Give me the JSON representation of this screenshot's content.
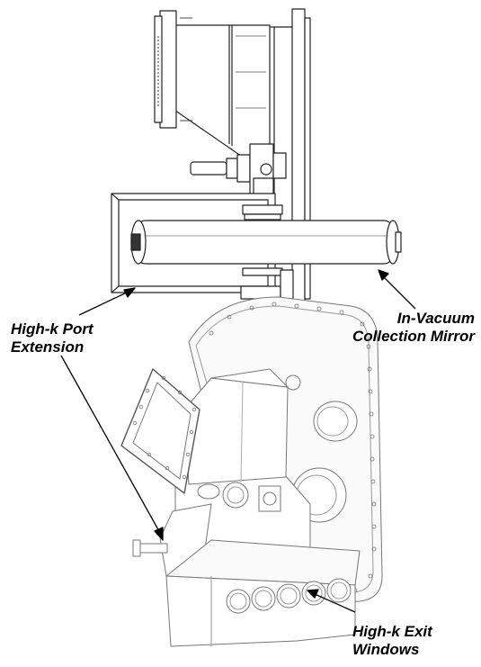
{
  "labels": {
    "port_extension": [
      "High-k Port",
      "Extension"
    ],
    "collection_mirror": [
      "In-Vacuum",
      "Collection Mirror"
    ],
    "exit_windows": [
      "High-k Exit",
      "Windows"
    ]
  },
  "colors": {
    "line": "#222222",
    "light_line": "#555555",
    "fill": "#ffffff",
    "shade": "#d6d6d6",
    "dark": "#333333"
  }
}
